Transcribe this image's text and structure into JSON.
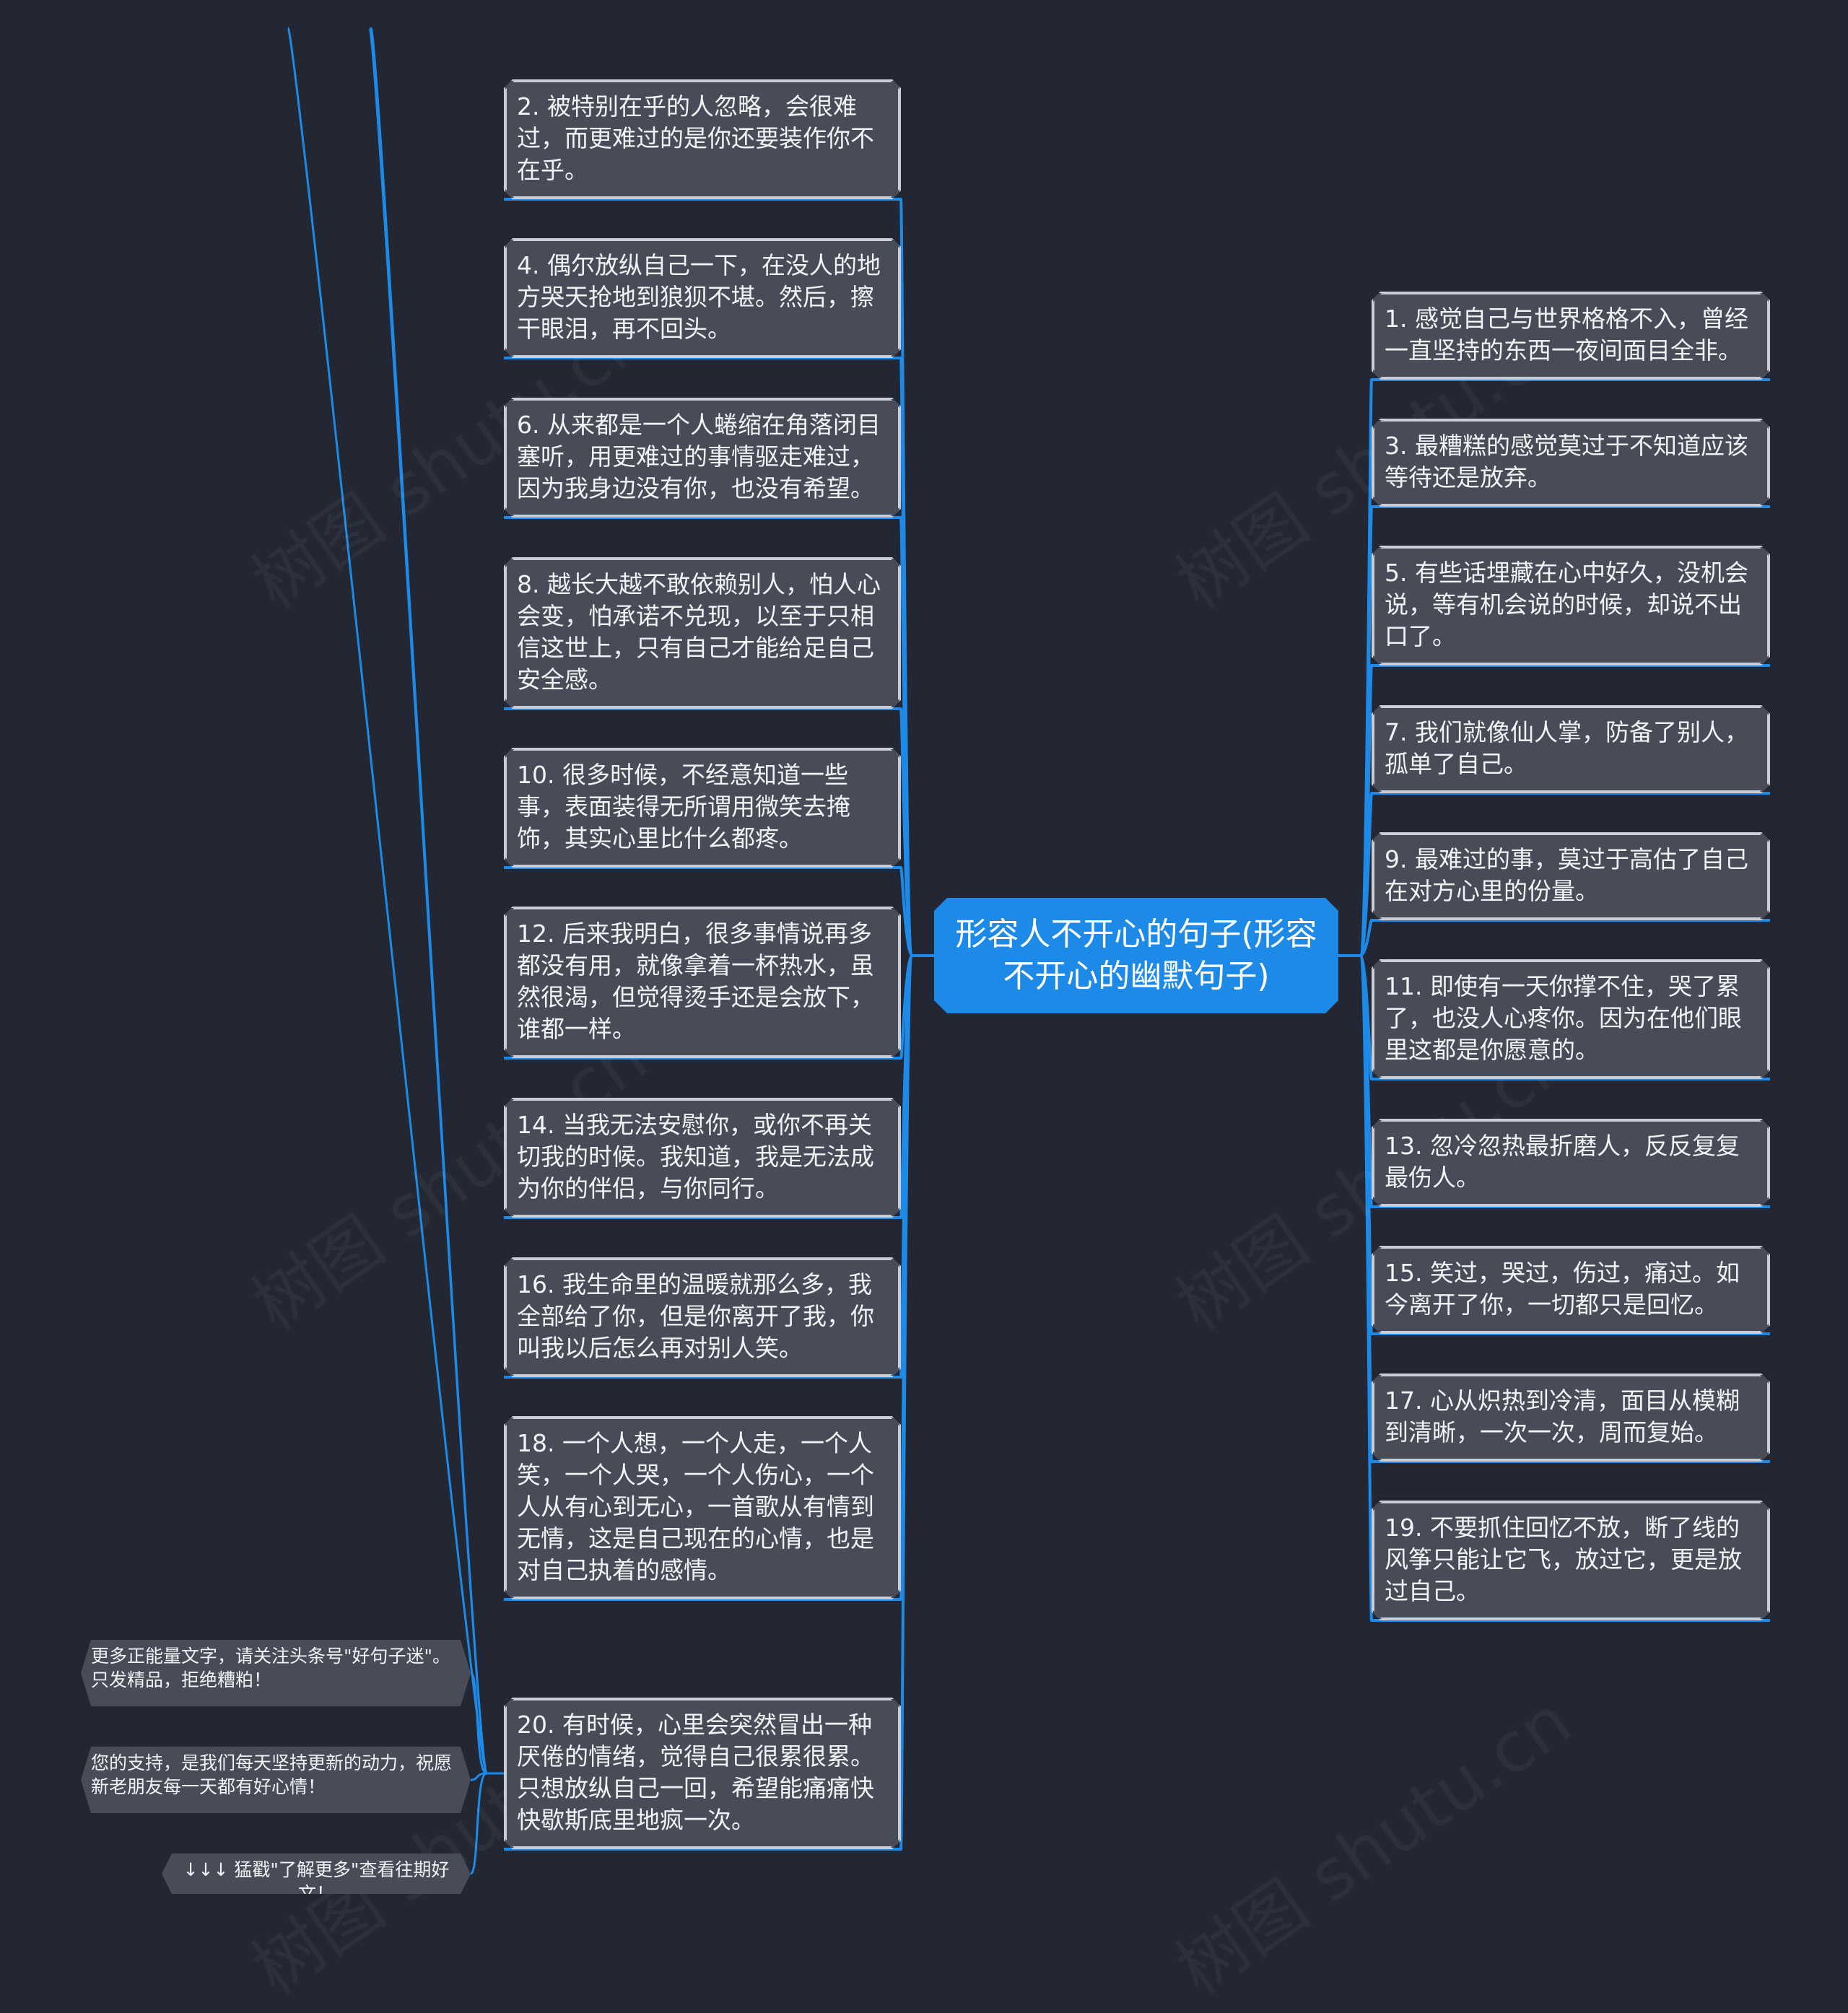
{
  "colors": {
    "background": "#222733",
    "center_fill": "#1e8ae8",
    "node_fill": "#474c58",
    "node_border": "#c9ced6",
    "link": "#1e8ae8"
  },
  "center": {
    "title": "形容人不开心的句子(形容不开心的幽默句子)"
  },
  "left_nodes": [
    "2. 被特别在乎的人忽略，会很难过，而更难过的是你还要装作你不在乎。",
    "4. 偶尔放纵自己一下，在没人的地方哭天抢地到狼狈不堪。然后，擦干眼泪，再不回头。",
    "6. 从来都是一个人蜷缩在角落闭目塞听，用更难过的事情驱走难过，因为我身边没有你，也没有希望。",
    "8. 越长大越不敢依赖别人，怕人心会变，怕承诺不兑现，以至于只相信这世上，只有自己才能给足自己安全感。",
    "10. 很多时候，不经意知道一些事，表面装得无所谓用微笑去掩饰，其实心里比什么都疼。",
    "12. 后来我明白，很多事情说再多都没有用，就像拿着一杯热水，虽然很渴，但觉得烫手还是会放下，谁都一样。",
    "14. 当我无法安慰你，或你不再关切我的时候。我知道，我是无法成为你的伴侣，与你同行。",
    "16. 我生命里的温暖就那么多，我全部给了你，但是你离开了我，你叫我以后怎么再对别人笑。",
    "18. 一个人想，一个人走，一个人笑，一个人哭，一个人伤心，一个人从有心到无心，一首歌从有情到无情，这是自己现在的心情，也是对自己执着的感情。",
    "20. 有时候，心里会突然冒出一种厌倦的情绪，觉得自己很累很累。只想放纵自己一回，希望能痛痛快快歇斯底里地疯一次。"
  ],
  "right_nodes": [
    "1. 感觉自己与世界格格不入，曾经一直坚持的东西一夜间面目全非。",
    "3. 最糟糕的感觉莫过于不知道应该等待还是放弃。",
    "5. 有些话埋藏在心中好久，没机会说，等有机会说的时候，却说不出口了。",
    "7. 我们就像仙人掌，防备了别人，孤单了自己。",
    "9. 最难过的事，莫过于高估了自己在对方心里的份量。",
    "11. 即使有一天你撑不住，哭了累了，也没人心疼你。因为在他们眼里这都是你愿意的。",
    "13. 忽冷忽热最折磨人，反反复复最伤人。",
    "15. 笑过，哭过，伤过，痛过。如今离开了你，一切都只是回忆。",
    "17. 心从炽热到冷清，面目从模糊到清晰，一次一次，周而复始。",
    "19. 不要抓住回忆不放，断了线的风筝只能让它飞，放过它，更是放过自己。"
  ],
  "sub_nodes": [
    "更多正能量文字，请关注头条号\"好句子迷\"。只发精品，拒绝糟粕！",
    "您的支持，是我们每天坚持更新的动力，祝愿新老朋友每一天都有好心情！",
    "↓↓↓ 猛戳\"了解更多\"查看往期好文！"
  ],
  "watermark": "树图 shutu.cn"
}
